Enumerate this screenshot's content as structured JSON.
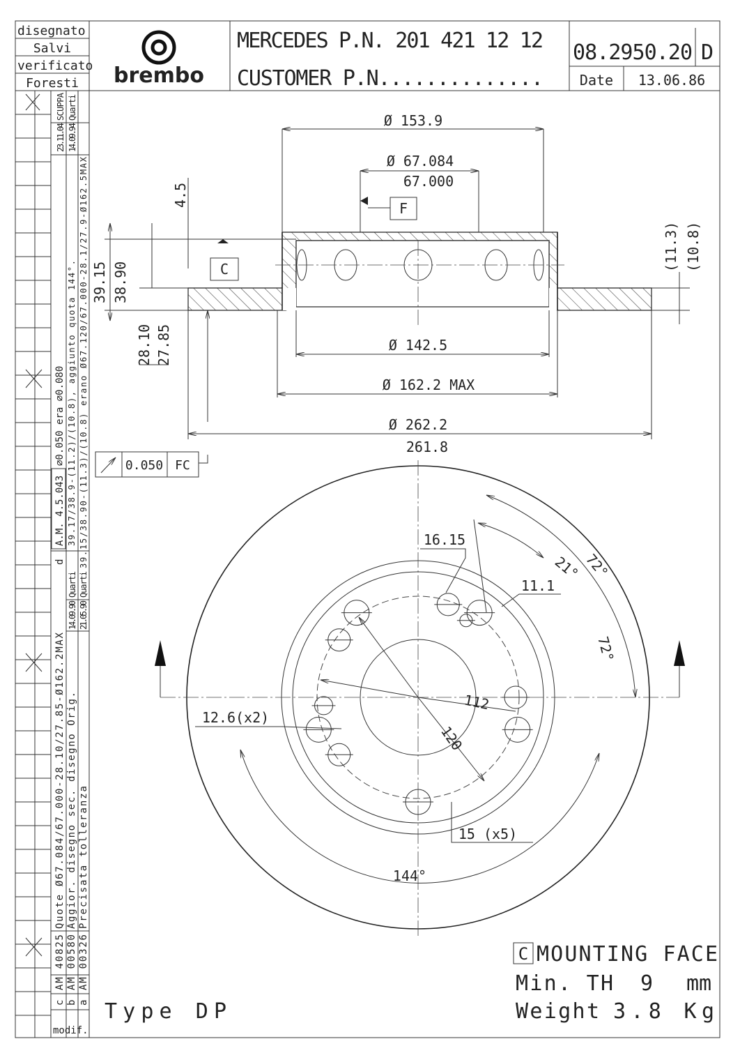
{
  "title_block": {
    "disegnato_label": "disegnato",
    "disegnato_name": "Salvi",
    "verificato_label": "verificato",
    "verificato_name": "Foresti",
    "brand": "brembo",
    "oem_line": "MERCEDES P.N. 201 421 12 12",
    "customer_line": "CUSTOMER P.N..............",
    "part_number": "08.2950.20",
    "revision_letter": "D",
    "date_label": "Date",
    "date_value": "13.06.86"
  },
  "revisions": {
    "d": {
      "letter": "d",
      "code": "A.M. 4.5.043",
      "desc1": "∅0.050 era ∅0.080",
      "desc2": "39.17/38.9-(11.2)/(10.8), aggiunto quota 144°.",
      "desc3": "39.15/38.90-(11.3)/(10.8) erano Ø67.120/67.000-28.1/27.9-Ø162.5MAX",
      "date1": "23.11.04",
      "name1": "SCUPPA",
      "date2": "14.09.94",
      "name2": "Quarti"
    },
    "c": {
      "letter": "c",
      "code": "AM 40825",
      "desc": "Quote Ø67.084/67.000-28.10/27.85-Ø162.2MAX"
    },
    "b": {
      "letter": "b",
      "code": "AM 00580",
      "desc": "Aggior. disegno sec. disegno Orig.",
      "date": "14.09.90",
      "name": "Quarti"
    },
    "a": {
      "letter": "a",
      "code": "AM 00326",
      "desc": "Precisata tolleranza",
      "date": "21.05.90",
      "name": "Quarti"
    },
    "modif_label": "modif."
  },
  "section_view": {
    "dia_153": "Ø 153.9",
    "dia_67_max": "Ø 67.084",
    "dia_67_min": "67.000",
    "datum_f": "F",
    "datum_c": "C",
    "dim_4_5": "4.5",
    "dim_39_15": "39.15",
    "dim_38_90": "38.90",
    "dim_28_10": "28.10",
    "dim_27_85": "27.85",
    "dim_11_3": "(11.3)",
    "dim_10_8": "(10.8)",
    "dia_142": "Ø 142.5",
    "dia_162": "Ø 162.2 MAX",
    "dia_262": "Ø 262.2",
    "dia_261": "261.8",
    "runout_value": "0.050",
    "runout_datums": "FC"
  },
  "face_view": {
    "dim_16_15": "16.15",
    "dim_11_1": "11.1",
    "angle_21": "21°",
    "angle_72a": "72°",
    "angle_72b": "72°",
    "dim_112": "112",
    "dim_120": "120",
    "dim_12_6": "12.6(x2)",
    "dim_15": "15 (x5)",
    "angle_144": "144°"
  },
  "notes": {
    "type": "Type DP",
    "mounting_c": "C",
    "mounting_face": "MOUNTING FACE",
    "min_th_label": "Min. TH",
    "min_th_value": "9",
    "min_th_unit": "mm",
    "weight_label": "Weight",
    "weight_value": "3.8 Kg"
  }
}
